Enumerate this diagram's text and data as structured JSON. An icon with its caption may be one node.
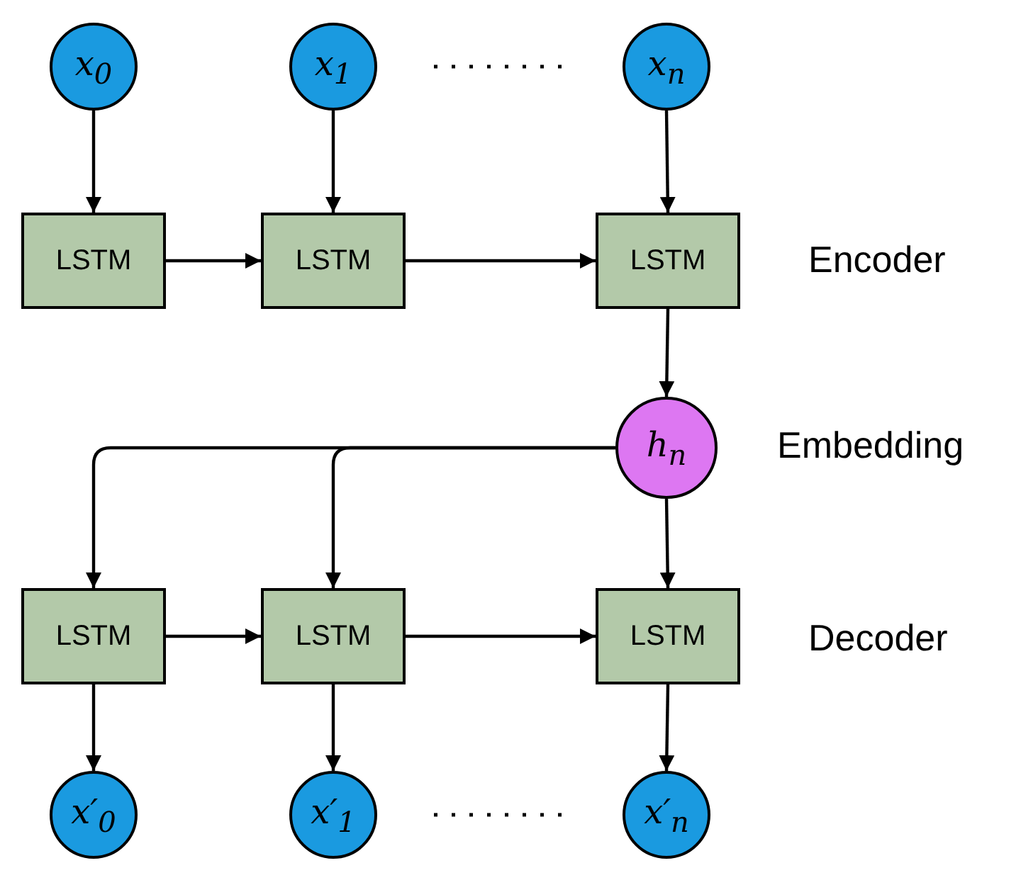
{
  "diagram": {
    "nodes": [
      {
        "text": [
          "x$_{0}$"
        ]
      },
      {
        "text": [
          "x$_{1}$"
        ]
      },
      {
        "text": [
          "x$_{n}$"
        ]
      },
      {
        "text": [
          "LSTM"
        ]
      },
      {
        "text": [
          "LSTM"
        ]
      },
      {
        "text": [
          "LSTM"
        ]
      },
      {
        "text": [
          "h$_{n}$"
        ]
      },
      {
        "text": [
          "LSTM"
        ]
      },
      {
        "text": [
          "LSTM"
        ]
      },
      {
        "text": [
          "LSTM"
        ]
      },
      {
        "text": [
          "x′$_{0}$"
        ]
      },
      {
        "text": [
          "x′$_{1}$"
        ]
      },
      {
        "text": [
          "x′$_{n}$"
        ]
      }
    ],
    "edges": [
      {
        "from": 0,
        "to": 3,
        "arrow": "to"
      },
      {
        "from": 1,
        "to": 4,
        "arrow": "to"
      },
      {
        "from": 2,
        "to": 5,
        "arrow": "to"
      },
      {
        "from": 3,
        "to": 4,
        "arrow": "to"
      },
      {
        "from": 4,
        "to": 5,
        "arrow": "to"
      },
      {
        "from": 5,
        "to": 6,
        "arrow": "to"
      },
      {
        "from": 6,
        "to": 7,
        "arrow": "to"
      },
      {
        "from": 6,
        "to": 8,
        "arrow": "to"
      },
      {
        "from": 6,
        "to": 9,
        "arrow": "to"
      },
      {
        "from": 7,
        "to": 8,
        "arrow": "to"
      },
      {
        "from": 8,
        "to": 9,
        "arrow": "to"
      },
      {
        "from": 7,
        "to": 10,
        "arrow": "to"
      },
      {
        "from": 8,
        "to": 11,
        "arrow": "to"
      },
      {
        "from": 9,
        "to": 12,
        "arrow": "to"
      }
    ],
    "labels": [
      "Encoder",
      "Embedding",
      "Decoder"
    ]
  }
}
